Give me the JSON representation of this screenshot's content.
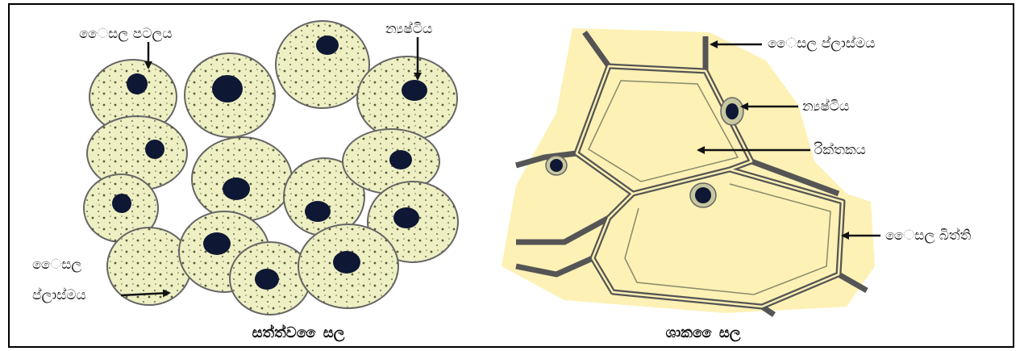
{
  "palette": {
    "animal_cytoplasm": "#eef0c4",
    "nucleus": "#0e1733",
    "plant_fill": "#fdf1b5",
    "wall": "#555555",
    "frame": "#000000"
  },
  "animal_panel": {
    "caption": "සත්ත්ව ෛසල",
    "labels": {
      "cell_membrane": "ෛසල පටලය",
      "nucleus": "න්‍යෂ්ටිය",
      "cytoplasm_line1": "ෛසල",
      "cytoplasm_line2": "ප්ලාස්මය"
    }
  },
  "plant_panel": {
    "caption": "ශාක ෛසල",
    "labels": {
      "cytoplasm": "ෛසල ප්ලාස්මය",
      "nucleus": "න්‍යෂ්ටිය",
      "vacuole": "රික්තකය",
      "cell_wall": "ෛසල බිත්ති"
    }
  }
}
